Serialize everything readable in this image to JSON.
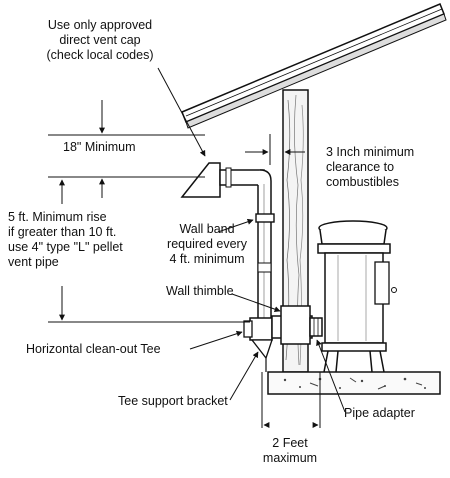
{
  "labels": {
    "vent_cap": "Use only approved\ndirect vent cap\n(check local codes)",
    "min_18": "18\" Minimum",
    "clearance": "3 Inch minimum\nclearance to\ncombustibles",
    "rise": "5 ft. Minimum rise\nif greater than 10 ft.\nuse 4\" type \"L\" pellet\nvent pipe",
    "wall_band": "Wall band\nrequired every\n4 ft. minimum",
    "wall_thimble": "Wall thimble",
    "cleanout_tee": "Horizontal clean-out Tee",
    "tee_support": "Tee support bracket",
    "pipe_adapter": "Pipe adapter",
    "two_feet": "2 Feet\nmaximum"
  }
}
